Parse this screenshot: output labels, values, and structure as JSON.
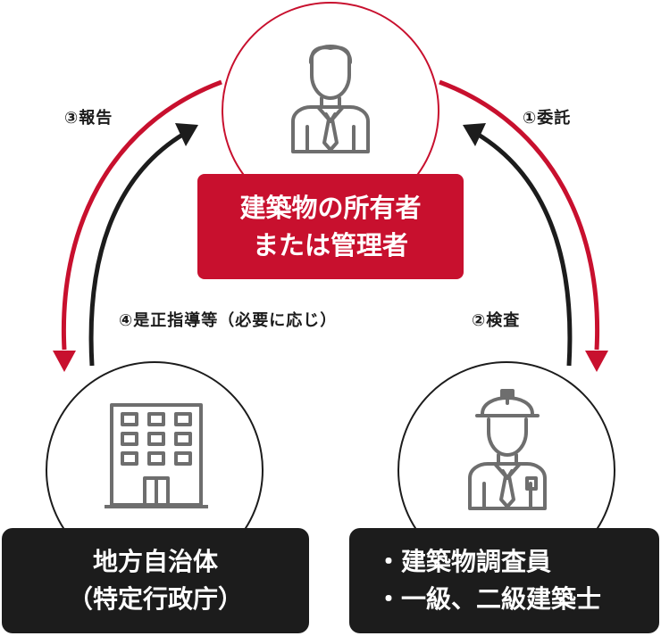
{
  "owner": {
    "label_line1": "建築物の所有者",
    "label_line2": "または管理者",
    "icon": "businessman-icon"
  },
  "government": {
    "label_line1": "地方自治体",
    "label_line2": "（特定行政庁）",
    "icon": "office-building-icon"
  },
  "inspector": {
    "label_line1": "・建築物調査員",
    "label_line2": "・一級、二級建築士",
    "icon": "worker-hardhat-icon"
  },
  "arrows": {
    "a1": "①委託",
    "a2": "②検査",
    "a3": "③報告",
    "a4": "④是正指導等（必要に応じ）"
  },
  "colors": {
    "accent_red": "#c8102e",
    "dark": "#1c1c1c",
    "icon_gray": "#6e6e6e"
  }
}
